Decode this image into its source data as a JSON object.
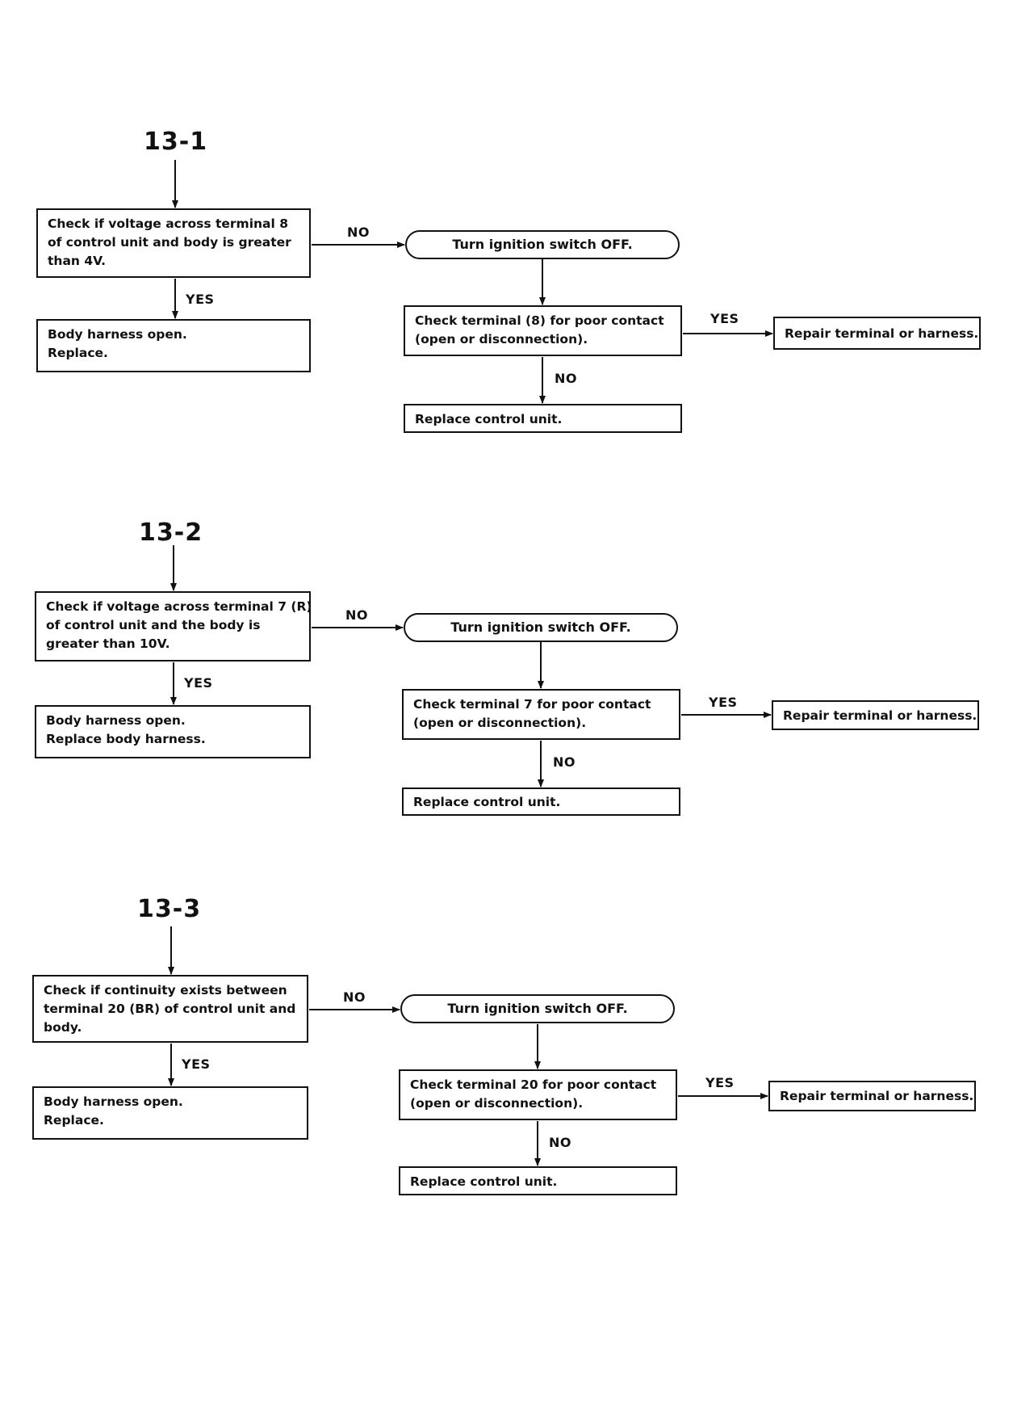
{
  "sections": [
    {
      "title": "13-1",
      "check": [
        "Check if voltage across terminal 8",
        "of control unit and body is greater",
        "than 4V."
      ],
      "yes_label": "YES",
      "no_label": "NO",
      "yes_result": [
        "Body harness open.",
        "Replace."
      ],
      "turn_off": "Turn ignition switch OFF.",
      "terminal_check": [
        "Check terminal (8) for poor contact",
        "(open or disconnection)."
      ],
      "terminal_yes_label": "YES",
      "terminal_yes_result": "Repair terminal or harness.",
      "terminal_no_label": "NO",
      "terminal_no_result": "Replace control unit."
    },
    {
      "title": "13-2",
      "check": [
        "Check if voltage across terminal 7 (R)",
        "of control unit and the body is",
        "greater than 10V."
      ],
      "yes_label": "YES",
      "no_label": "NO",
      "yes_result": [
        "Body harness open.",
        "Replace body harness."
      ],
      "turn_off": "Turn ignition switch OFF.",
      "terminal_check": [
        "Check terminal 7 for poor contact",
        "(open or disconnection)."
      ],
      "terminal_yes_label": "YES",
      "terminal_yes_result": "Repair terminal or harness.",
      "terminal_no_label": "NO",
      "terminal_no_result": "Replace control unit."
    },
    {
      "title": "13-3",
      "check": [
        "Check if continuity exists between",
        "terminal 20 (BR) of control unit and",
        "body."
      ],
      "yes_label": "YES",
      "no_label": "NO",
      "yes_result": [
        "Body harness open.",
        "Replace."
      ],
      "turn_off": "Turn ignition switch OFF.",
      "terminal_check": [
        "Check terminal 20 for poor contact",
        "(open or disconnection)."
      ],
      "terminal_yes_label": "YES",
      "terminal_yes_result": "Repair terminal or harness.",
      "terminal_no_label": "NO",
      "terminal_no_result": "Replace control unit."
    }
  ]
}
